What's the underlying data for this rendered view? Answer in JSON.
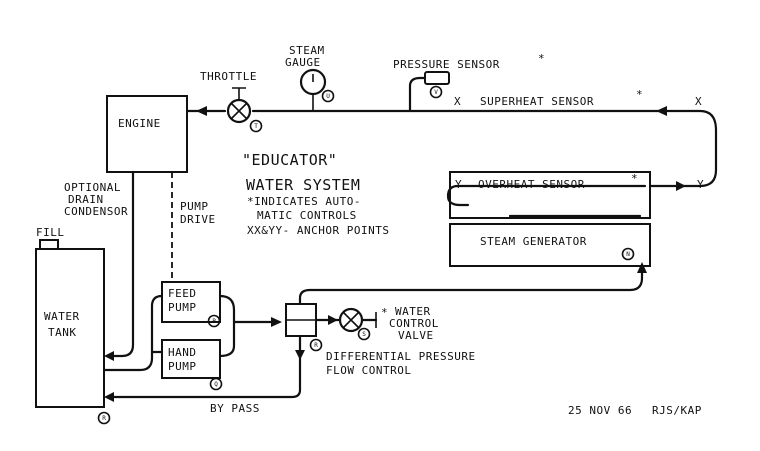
{
  "labels": {
    "throttle": "THROTTLE",
    "steam_gauge_1": "STEAM",
    "steam_gauge_2": "GAUGE",
    "pressure_sensor": "PRESSURE SENSOR",
    "superheat_sensor": "SUPERHEAT SENSOR",
    "engine": "ENGINE",
    "title_1": "\"EDUCATOR\"",
    "title_2": "WATER SYSTEM",
    "note_1": "*INDICATES AUTO-",
    "note_2": "MATIC CONTROLS",
    "note_3": "XX&YY- ANCHOR POINTS",
    "optional_1": "OPTIONAL",
    "optional_2": "DRAIN",
    "optional_3": "CONDENSOR",
    "pump_drive_1": "PUMP",
    "pump_drive_2": "DRIVE",
    "overheat_sensor": "OVERHEAT SENSOR",
    "steam_generator": "STEAM GENERATOR",
    "fill": "FILL",
    "water_tank_1": "WATER",
    "water_tank_2": "TANK",
    "feed_pump_1": "FEED",
    "feed_pump_2": "PUMP",
    "hand_pump_1": "HAND",
    "hand_pump_2": "PUMP",
    "water_control_1": "WATER",
    "water_control_2": "CONTROL",
    "water_control_3": "VALVE",
    "differential_1": "DIFFERENTIAL PRESSURE",
    "differential_2": "FLOW CONTROL",
    "bypass": "BY PASS",
    "date": "25 NOV 66",
    "initials": "RJS/KAP"
  },
  "markers": {
    "x": "X",
    "y": "Y",
    "star": "*"
  },
  "tags": {
    "throttle": "T",
    "gauge": "U",
    "pressure": "V",
    "generator": "N",
    "feed_pump": "P",
    "hand_pump": "Q",
    "water_valve": "S",
    "diff_control": "R",
    "tank": "R"
  }
}
